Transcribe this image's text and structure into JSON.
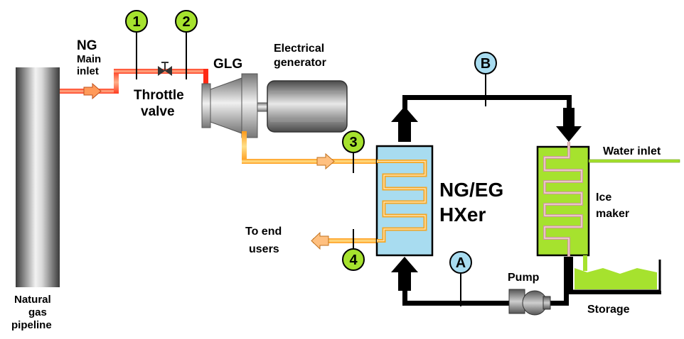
{
  "labels": {
    "ng": "NG",
    "main_inlet_1": "Main",
    "main_inlet_2": "inlet",
    "throttle_1": "Throttle",
    "throttle_2": "valve",
    "glg": "GLG",
    "elec_1": "Electrical",
    "elec_2": "generator",
    "pipeline_1": "Natural",
    "pipeline_2": "gas",
    "pipeline_3": "pipeline",
    "hx_1": "NG/EG",
    "hx_2": "HXer",
    "end_users_1": "To end",
    "end_users_2": "users",
    "water_inlet": "Water inlet",
    "ice_1": "Ice",
    "ice_2": "maker",
    "pump": "Pump",
    "storage": "Storage"
  },
  "points": {
    "p1": "1",
    "p2": "2",
    "p3": "3",
    "p4": "4",
    "pA": "A",
    "pB": "B"
  },
  "colors": {
    "green_point": "#a6e22e",
    "blue_point": "#a8dcf0",
    "hx_fill": "#a8dcf0",
    "ice_fill": "#a6e22e",
    "hot_pipe": "#ff5522",
    "warm_pipe": "#ffa500",
    "coil": "#f5a623"
  },
  "icons": [
    "pipeline-column-icon",
    "throttle-valve-icon",
    "turbine-icon",
    "generator-icon",
    "pump-icon",
    "flow-arrow-icon"
  ]
}
